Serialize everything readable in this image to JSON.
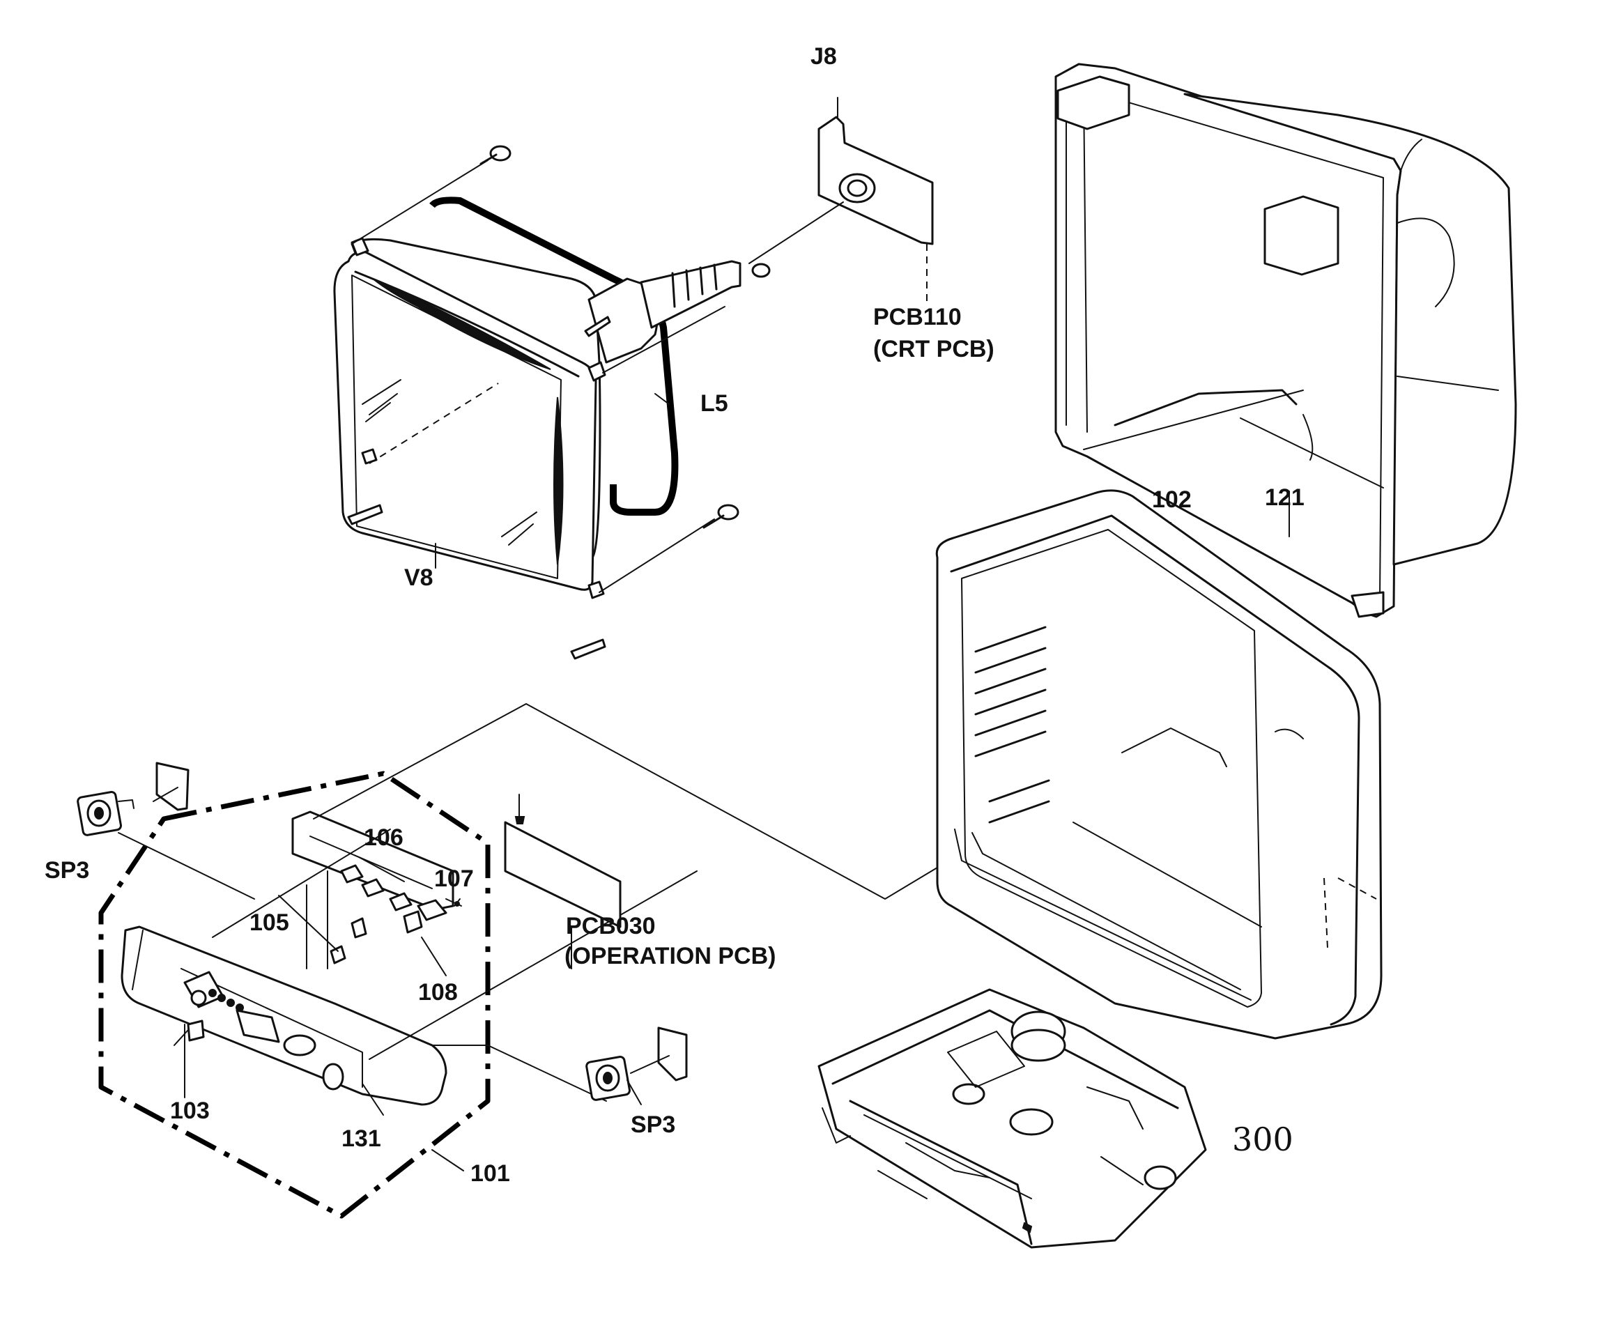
{
  "labels": {
    "j8": "J8",
    "pcb110": "PCB110",
    "crt_pcb": "(CRT PCB)",
    "l5": "L5",
    "v8": "V8",
    "n102": "102",
    "n121": "121",
    "n106": "106",
    "n107": "107",
    "n105": "105",
    "pcb030": "PCB030",
    "operation_pcb": "(OPERATION PCB)",
    "n108": "108",
    "sp3_left": "SP3",
    "sp3_right": "SP3",
    "n103": "103",
    "n131": "131",
    "n101": "101",
    "n300": "300"
  }
}
